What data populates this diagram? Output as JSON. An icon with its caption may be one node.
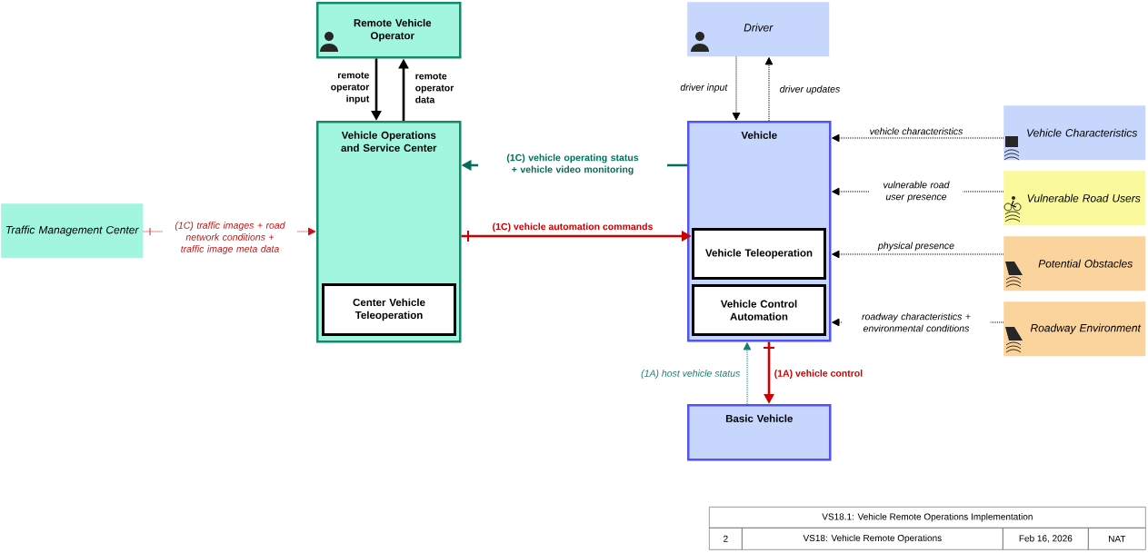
{
  "diagram": {
    "nodes": [
      {
        "text": [
          "Remote Vehicle Operator"
        ]
      },
      {
        "text": [
          "Vehicle Operations and Service Center"
        ]
      },
      {
        "text": [
          "Center Vehicle Teleoperation"
        ],
        "in": 1
      },
      {
        "text": [
          "Traffic Management Center"
        ]
      },
      {
        "text": [
          "Driver"
        ]
      },
      {
        "text": [
          "Vehicle"
        ]
      },
      {
        "text": [
          "Vehicle Teleoperation"
        ],
        "in": 5
      },
      {
        "text": [
          "Vehicle Control Automation"
        ],
        "in": 5
      },
      {
        "text": [
          "Basic Vehicle"
        ]
      },
      {
        "text": [
          "Vehicle Characteristics"
        ]
      },
      {
        "text": [
          "Vulnerable Road Users"
        ]
      },
      {
        "text": [
          "Potential Obstacles"
        ]
      },
      {
        "text": [
          "Roadway Environment"
        ]
      }
    ],
    "edges": [
      {
        "from": 0,
        "to": 1,
        "arrow": "to",
        "label": "remote operator input"
      },
      {
        "from": 1,
        "to": 0,
        "arrow": "to",
        "label": "remote operator data"
      },
      {
        "from": 3,
        "to": 1,
        "arrow": "to",
        "label": "(1C) traffic images + road network conditions + traffic image meta data",
        "style": "dashed",
        "color": "#cc1111"
      },
      {
        "from": 5,
        "to": 1,
        "arrow": "to",
        "label": "(1C) vehicle operating status + vehicle video monitoring",
        "color": "#006e5a"
      },
      {
        "from": 1,
        "to": 6,
        "arrow": "to",
        "label": "(1C) vehicle automation commands",
        "color": "#cc0000"
      },
      {
        "from": 4,
        "to": 5,
        "arrow": "to",
        "label": "driver input",
        "style": "dashed"
      },
      {
        "from": 5,
        "to": 4,
        "arrow": "to",
        "label": "driver updates",
        "style": "dashed"
      },
      {
        "from": 9,
        "to": 5,
        "arrow": "to",
        "label": "vehicle characteristics",
        "style": "dashed"
      },
      {
        "from": 10,
        "to": 5,
        "arrow": "to",
        "label": "vulnerable road user presence",
        "style": "dashed"
      },
      {
        "from": 11,
        "to": 5,
        "arrow": "to",
        "label": "physical presence",
        "style": "dashed"
      },
      {
        "from": 12,
        "to": 5,
        "arrow": "to",
        "label": "roadway characteristics + environmental conditions",
        "style": "dashed"
      },
      {
        "from": 8,
        "to": 5,
        "arrow": "to",
        "label": "(1A) host vehicle status",
        "style": "dashed",
        "color": "#1a7f72"
      },
      {
        "from": 5,
        "to": 8,
        "arrow": "to",
        "label": "(1A) vehicle control",
        "color": "#cc0000"
      }
    ],
    "labels": [
      "VS18.1: Vehicle Remote Operations Implementation",
      "2",
      "VS18: Vehicle Remote Operations",
      "Feb 16, 2026",
      "NAT"
    ]
  }
}
